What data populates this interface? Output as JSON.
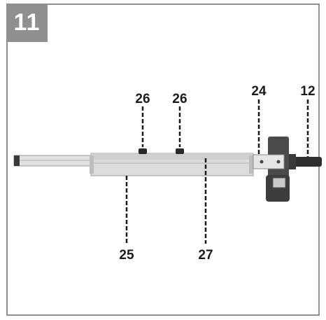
{
  "figure": {
    "number": "11",
    "callouts": {
      "c26a": "26",
      "c26b": "26",
      "c24": "24",
      "c12": "12",
      "c25": "25",
      "c27": "27"
    }
  },
  "colors": {
    "frame": "#8f8f8f",
    "rail": "#d9d9d9",
    "rail_edge": "#9a9a9a",
    "bracket": "#4a4a4a",
    "lead_line": "#1a1a1a"
  }
}
